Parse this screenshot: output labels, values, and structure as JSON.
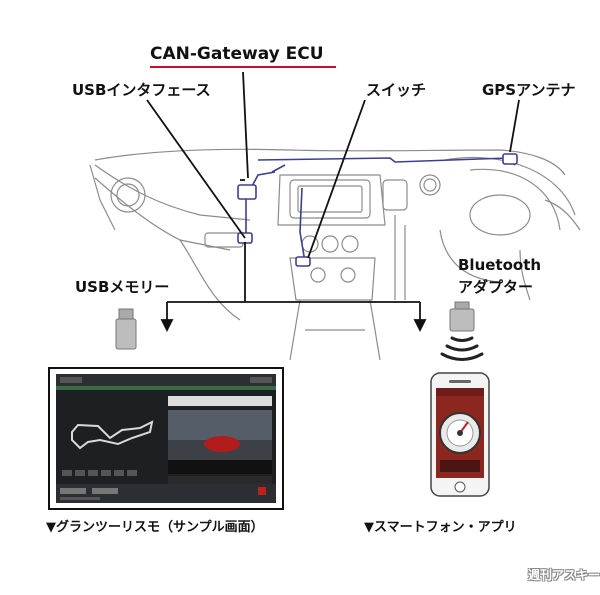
{
  "labels": {
    "title": "CAN-Gateway ECU",
    "usb_interface": "USBインタフェース",
    "switch": "スイッチ",
    "gps_antenna": "GPSアンテナ",
    "usb_memory": "USBメモリー",
    "bluetooth_line1": "Bluetooth",
    "bluetooth_line2": "アダプター",
    "caption_left": "▼グランツーリスモ（サンプル画面）",
    "caption_right": "▼スマートフォン・アプリ",
    "watermark": "週刊アスキー"
  },
  "colors": {
    "accent_underline": "#c8102e",
    "cable": "#3b3f8f",
    "line": "#111111",
    "screen_dark": "#1d1f22",
    "phone_screen": "#9a2a22"
  },
  "icons": {
    "usb_stick": "usb-memory-icon",
    "bluetooth_adapter": "bluetooth-adapter-icon",
    "signal": "wireless-signal-icon"
  }
}
